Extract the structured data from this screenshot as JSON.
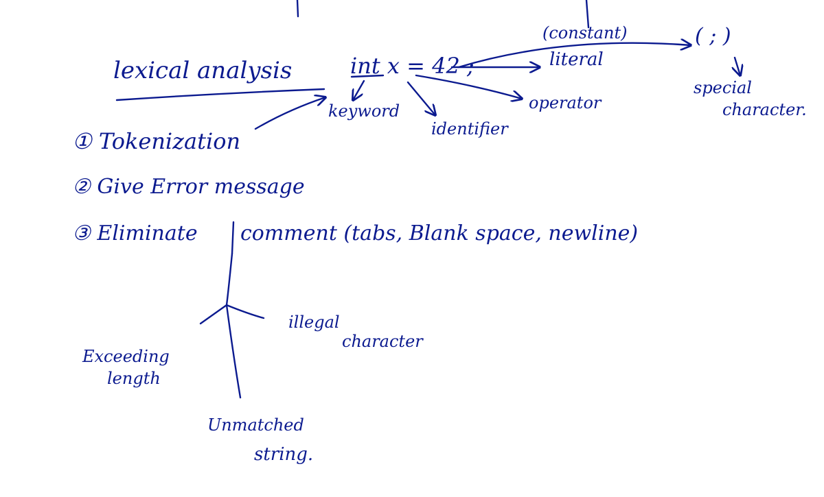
{
  "diagram": {
    "title": "lexical analysis",
    "code": "int x = 42 ;",
    "token_types": {
      "keyword": "keyword",
      "identifier": "identifier",
      "operator": "operator",
      "constant": "(constant)",
      "literal": "literal",
      "semicolon": "( ; )",
      "special_line1": "special",
      "special_line2": "character."
    },
    "steps": [
      {
        "text": "① Tokenization"
      },
      {
        "text": "② Give Error message"
      },
      {
        "text": "③ Eliminate",
        "rest": "comment (tabs, Blank space, newline)"
      }
    ],
    "errors": {
      "illegal_line1": "illegal",
      "illegal_line2": "character",
      "exceeding_line1": "Exceeding",
      "exceeding_line2": "length",
      "unmatched_line1": "Unmatched",
      "unmatched_line2": "string."
    },
    "ink_color": "#0b1a8f"
  }
}
